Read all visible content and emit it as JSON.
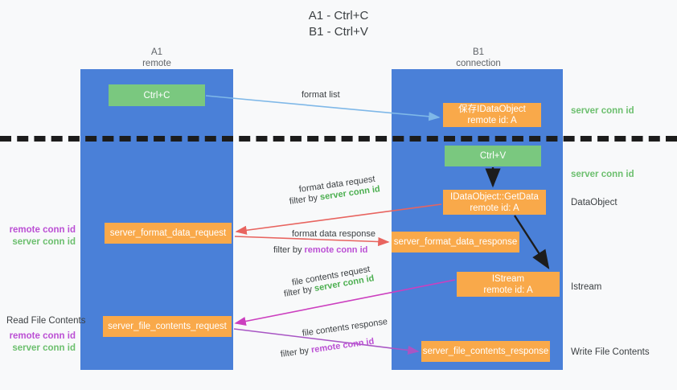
{
  "title": {
    "line1": "A1 - Ctrl+C",
    "line2": "B1 - Ctrl+V"
  },
  "columns": {
    "left": {
      "name": "A1",
      "role": "remote"
    },
    "right": {
      "name": "B1",
      "role": "connection"
    }
  },
  "nodes": {
    "ctrl_c": {
      "label": "Ctrl+C",
      "color": "#7ac87f"
    },
    "save_idataobject": {
      "line1": "保存IDataObject",
      "line2": "remote id: A",
      "color": "#f9a94a"
    },
    "ctrl_v": {
      "label": "Ctrl+V",
      "color": "#7ac87f"
    },
    "getdata": {
      "line1": "IDataObject::GetData",
      "line2": "remote id: A",
      "color": "#f9a94a"
    },
    "format_data_request": {
      "label": "server_format_data_request",
      "color": "#f9a94a"
    },
    "format_data_response": {
      "label": "server_format_data_response",
      "color": "#f9a94a"
    },
    "istream": {
      "line1": "IStream",
      "line2": "remote id: A",
      "color": "#f9a94a"
    },
    "file_contents_request": {
      "label": "server_file_contents_request",
      "color": "#f9a94a"
    },
    "file_contents_response": {
      "label": "server_file_contents_response",
      "color": "#f9a94a"
    }
  },
  "edges": {
    "format_list": "format list",
    "format_data_request": "format data request",
    "format_data_request_filter_prefix": "filter by ",
    "format_data_request_filter_value": "server conn id",
    "format_data_response": "format data response",
    "format_data_response_filter_prefix": "filter by ",
    "format_data_response_filter_value": "remote conn id",
    "file_contents_request": "file contents request",
    "file_contents_request_filter_prefix": "filter by ",
    "file_contents_request_filter_value": "server conn id",
    "file_contents_response": "file contents response",
    "file_contents_response_filter_prefix": "filter by ",
    "file_contents_response_filter_value": "remote conn id"
  },
  "annotations": {
    "server_conn_id_top": "server conn id",
    "server_conn_id_mid": "server conn id",
    "dataobject": "DataObject",
    "istream": "Istream",
    "write_file_contents": "Write File Contents",
    "read_file_contents": "Read File Contents",
    "remote_conn_id_a": "remote conn id",
    "server_conn_id_a": "server conn id",
    "remote_conn_id_b": "remote conn id",
    "server_conn_id_b": "server conn id"
  },
  "colors": {
    "lane_blue": "#4a80d8",
    "node_green": "#7ac87f",
    "node_orange": "#f9a94a",
    "green_text": "#4caf50",
    "purple_text": "#bb4fd4",
    "arrow_red": "#e8645f",
    "arrow_blue": "#7fb8e8",
    "arrow_magenta": "#cc3fbf",
    "arrow_purple": "#a855c4",
    "arrow_black": "#1c1c1c",
    "separator": "#1c1c1c"
  }
}
